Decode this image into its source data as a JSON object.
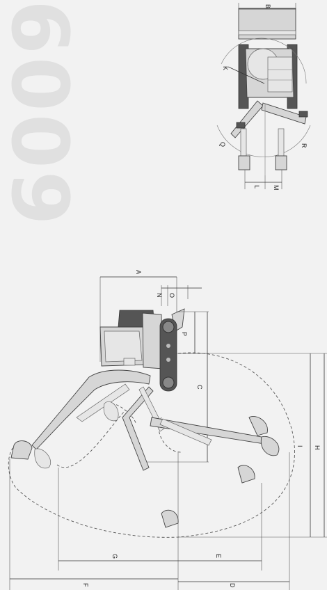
{
  "watermark": {
    "text": "6009"
  },
  "top_view": {
    "labels": {
      "B": "B",
      "K": "K",
      "Q": "Q",
      "R": "R",
      "L": "L",
      "M": "M"
    }
  },
  "side_view": {
    "labels": {
      "A": "A",
      "N": "N",
      "O": "O",
      "P": "P",
      "C": "C",
      "I": "I",
      "H": "H",
      "G": "G",
      "F": "F",
      "E": "E",
      "D": "D"
    }
  },
  "colors": {
    "background": "#f2f2f2",
    "watermark": "#e1e1e1",
    "line": "#333333"
  }
}
